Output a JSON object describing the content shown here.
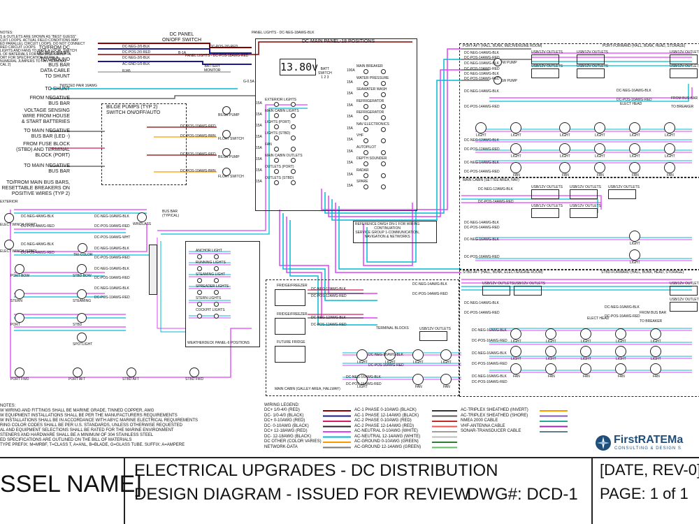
{
  "notes_top": {
    "heading": "NOTES:",
    "lines": [
      "S & OUTLETS ARE SHOWN AS \"BEST GUESS\"",
      "CUIT LOOPS. ACTUAL FIELD CONDITIONS MAY",
      "ED PARALLEL CIRCUIT LOOPS. DO NOT CONNECT",
      "RED CIRCUIT LOOPS",
      "LIGHTS AND FANS TO HAVE A LOCAL SWITCH",
      "L OF MATERIALS FOR SERVICE GROUP \"4.",
      "ORT FOR SPECIFICATION DETAILS",
      "NUMERAL JUMPERS TO FAN TERMINAL",
      "CAL 2)"
    ]
  },
  "panels": {
    "dc_panel_switch": "DC PANEL\nON/OFF SWITCH",
    "panel_lights": "PANEL LIGHTS - DC-NEG-18AWG-BLK",
    "main_panel_title": "DC MAIN PANEL-18 POSITIONS",
    "main_panel_display": "13.80v",
    "battery_monitor": "BATTERY\nMONITOR",
    "batt_switch": "BATT\nSWITCH\n1 2 3",
    "bilge_pumps": "BILGE PUMPS (TYP 2)\nSWITCH ON/OFF/AUTO",
    "weatherdeck": "WEATHERDECK PANEL-6 POSITIONS",
    "bus_bar": "BUS BAR\n(TYPICAL)",
    "reference": "REFERENCE DWG# DN-1 FOR WIRING\nCONTINUATION\nSERVICE GROUP 1-COMMUNICATION,\nNAVIGATION & NETWORKS",
    "terminal_blocks": "TERMINAL BLOCKS",
    "exterior": "EXTERIOR",
    "port_aft_room": "PORT-AFT (HALL, BUNK, MECH/ENGINE ROOM)",
    "port_fwd_room": "PORT-FORWARD (HALL, BUNK, HEAD, STORAGE)",
    "main_cabin_room": "MAIN CABIN (SETTEE AREA, NAV)",
    "stbd_aft_room": "STBD-AFT (HALL, BUNK, ELECT/ENGINE ROOM)",
    "stbd_fwd_room": "STBD-FORWARD (HALL, BUNK, HEAD, STORAGE)",
    "galley": "MAIN CABIN (GALLEY AREA, HALLWAY)"
  },
  "left_labels": [
    "TO/FROM DC\nDC BUS BARS",
    "TO GROUND\nBUS BAR",
    "DATA CABLE\nTO SHUNT",
    "TO SHUNT",
    "FROM NEGATIVE\nBUS BAR",
    "VOLTAGE SENSING\nWIRE FROM HOUSE\n& START BATTERIES",
    "TO MAIN NEGATIVE\nBUS BAR (LED -)",
    "FROM FUSE BLOCK\n(STBD) AND TERMINAL\nBLOCK (PORT)",
    "TO MAIN NEGATIVE\nBUS BAR",
    "TO/FROM MAIN BUS BARS,\nRESETTABLE BREAKERS ON\nPOSITIVE WIRES (TYP 2)"
  ],
  "wire_labels_top": [
    "DC-NEG-2/0-BLK",
    "DC-POS-2/0-RED",
    "DC-NEG-2/0-BLK",
    "AC-GND-1/0-BLK",
    "B-1A",
    "RJ45",
    "TWISTED PAIR 16AWG",
    "DC-POS-2/0-RED",
    "PANEL LIGHTS - DC-POS-18AWG-RED",
    "G-0.5A"
  ],
  "main_breakers": [
    {
      "amp": "100A",
      "label": "MAIN BREAKER"
    },
    {
      "amp": "15A",
      "label": "WATER PRESSURE"
    },
    {
      "amp": "15A",
      "label": "SEAWATER WASH"
    },
    {
      "amp": "15A",
      "label": "REFRIGERATOR"
    },
    {
      "amp": "15A",
      "label": "REFRIGERATOR"
    },
    {
      "amp": "15A",
      "label": "NAV ELECTRONICS"
    },
    {
      "amp": "15A",
      "label": "VHF"
    },
    {
      "amp": "15A",
      "label": "AUTOPILOT"
    },
    {
      "amp": "15A",
      "label": "DEPTH SOUNDER"
    },
    {
      "amp": "15A",
      "label": "RADAR"
    },
    {
      "amp": "15A",
      "label": "SPARE"
    }
  ],
  "left_breakers": [
    {
      "amp": "15A",
      "label": "EXTERIOR LIGHTS"
    },
    {
      "amp": "15A",
      "label": "MAIN CABIN LIGHTS"
    },
    {
      "amp": "15A",
      "label": "LIGHTS (PORT)"
    },
    {
      "amp": "15A",
      "label": "LIGHTS (STBD)"
    },
    {
      "amp": "15A",
      "label": "FAN"
    },
    {
      "amp": "15A",
      "label": "MAIN CABIN OUTLETS"
    },
    {
      "amp": "15A",
      "label": "OUTLETS (PORT)"
    },
    {
      "amp": "15A",
      "label": "OUTLETS (STBD)"
    }
  ],
  "weatherdeck_items": [
    "ANCHOR LIGHT",
    "RUNNING LIGHTS",
    "STEAMING LIGHT",
    "SPREADER LIGHTS",
    "STERN LIGHTS",
    "COCKPIT LIGHTS"
  ],
  "bilge_wires": [
    "DC-POS-10AWG-RED",
    "DC-POS-10AWG-BRN",
    "DC-POS-10AWG-RED",
    "DC-POS-10AWG-BRN"
  ],
  "bilge_items": [
    "BILGE PUMP",
    "FLOAT SWITCH",
    "BILGE PUMP",
    "FLOAT SWITCH"
  ],
  "exterior_items": [
    {
      "wire1": "DC-NEG-4AWG-BLK",
      "wire2": "DC-POS-4AWG-RED",
      "name": "ELECT WINCH (PORT)"
    },
    {
      "wire1": "DC-NEG-4AWG-BLK",
      "wire2": "DC-POS-4AWG-RED",
      "name": "ELECT WINCH (STBD)"
    },
    {
      "name": "TRI-COLOR"
    },
    {
      "name": "PORT BOW"
    },
    {
      "name": "STBD BOW"
    },
    {
      "name": "STERN"
    },
    {
      "name": "STEAMING"
    },
    {
      "name": "PORT"
    },
    {
      "name": "STBD"
    },
    {
      "name": "SPOTLIGHT"
    },
    {
      "name": "PORT FWD"
    },
    {
      "name": "PORT AFT"
    },
    {
      "name": "STBD AFT"
    },
    {
      "name": "STBD FWD"
    },
    {
      "name": "WINDLASS"
    }
  ],
  "exterior_wires": [
    "DC-NEG-16AWG-BLK",
    "DC-POS-16AWG-RED",
    "DC-POS-16AWG-WHT",
    "DC-NEG-16AWG-BLK",
    "DC-POS-16AWG-RED",
    "DC-NEG-16AWG-BLK",
    "DC-POS-16AWG-RED",
    "DC-NEG-10AWG-BLK",
    "DC-POS-10AWG-RED"
  ],
  "fridge": [
    {
      "name": "FRIDGE/FREEZER",
      "w1": "DC-NEG-12AWG-BLK",
      "w2": "DC-POS-12AWG-RED"
    },
    {
      "name": "FRIDGE/FREEZER",
      "w1": "DC-NEG-12AWG-BLK",
      "w2": "DC-POS-12AWG-RED"
    },
    {
      "name": "FUTURE FRIDGE"
    }
  ],
  "room_items": {
    "outlets": "USB/12V OUTLETS",
    "light": "LIGHT",
    "fan": "FAN",
    "fw_pump": "FW PUMP",
    "sw_pump": "SW PUMP",
    "elect_head": "ELECT HEAD",
    "from_bus_bar": "FROM BUS BAR",
    "to_breaker": "TO BREAKER",
    "w_neg14": "DC-NEG-14AWG-BLK",
    "w_pos14": "DC-POS-14AWG-RED",
    "w_neg16": "DC-NEG-16AWG-BLK",
    "w_pos16": "DC-POS-16AWG-RED",
    "w_neg10": "DC-NEG-10AWG-BLK",
    "w_pos10": "DC-POS-10AWG-RED",
    "w_neg12": "DC-NEG-12AWG-BLK",
    "w_pos12": "DC-POS-12AWG-RED"
  },
  "notes_bottom": {
    "heading": "NOTES:",
    "lines": [
      "W WIRING AND FITTINGS SHALL BE MARINE GRADE, TINNED COPPER, AWG",
      "W EQUIPMENT INSTALLATIONS SHALL BE PER THE MANUFACTURERS REQUIREMENTS",
      "W INSTALLATIONS SHALL BE IN ACCORDANCE WITH ABYC MARINE ELECTRICAL REQUIREMENTS",
      "RING COLOR CODES SHALL BE PER U.S. STANDARDS, UNLESS OTHERWISE REQUESTED",
      "AL AND EQUIPMENT SELECTIONS SHALL BE RATED FOR THE MARINE ENVIRONMENT",
      "STENERS AND HARDWARE SHALL BE A MINIMUM OF 304 STAINLESS STEEL",
      "ED SPECIFICATIONS ARE OUTLINED ON THE BILL OF MATERIALS",
      "TYPE PREFIX: M=MRBF, T=CLASS T, A=ANL, B=BLADE, G=GLASS TUBE. SUFFIX: A=AMPERE"
    ]
  },
  "legend": {
    "heading": "WIRING LEGEND:",
    "col1": [
      {
        "label": "DC+ 1/0-4/0 (RED)",
        "color": "#8b0000"
      },
      {
        "label": "DC- 1/0-4/0 (BLACK)",
        "color": "#1a1a8c"
      },
      {
        "label": "DC+ 0-10AWG (RED)",
        "color": "#d81b60"
      },
      {
        "label": "DC- 0-10AWG (BLACK)",
        "color": "#222222"
      },
      {
        "label": "DC+ 12-18AWG (RED)",
        "color": "#e040fb"
      },
      {
        "label": "DC- 12-18AWG (BLACK)",
        "color": "#00bcd4"
      },
      {
        "label": "DC OTHER (COLOR VARIES)",
        "color": "#ff9800"
      },
      {
        "label": "NETWORK-DATA",
        "color": "#777777"
      }
    ],
    "col2": [
      {
        "label": "AC-1 PHASE 0-10AWG (BLACK)",
        "color": "#333333"
      },
      {
        "label": "AC-1 PHASE 12-14AWG (BLACK)",
        "color": "#555555"
      },
      {
        "label": "AC-2 PHASE 0-10AWG (RED)",
        "color": "#c62828"
      },
      {
        "label": "AC-2 PHASE 12-14AWG (RED)",
        "color": "#ef5350"
      },
      {
        "label": "AC-NEUTRAL 0-10AWG (WHITE)",
        "color": "#9e9e9e"
      },
      {
        "label": "AC-NEUTRAL 12-14AWG (WHITE)",
        "color": "#bdbdbd"
      },
      {
        "label": "AC-GROUND 0-10AWG (GREEN)",
        "color": "#2e7d32"
      },
      {
        "label": "AC-GROUND 12-14AWG (GREEN)",
        "color": "#66bb6a"
      }
    ],
    "col3": [
      {
        "label": "AC-TRIPLEX SHEATHED (INVERT)",
        "color": "#ff9800"
      },
      {
        "label": "AC-TRIPLEX SHEATHED (SHORE)",
        "color": "#7e57c2"
      },
      {
        "label": "NMEA 2000 CABLE",
        "color": "#26a69a"
      },
      {
        "label": "VHF-ANTENNA CABLE",
        "color": "#9c27b0"
      },
      {
        "label": "SONAR-TRANSDUCER CABLE",
        "color": "#607d8b"
      }
    ]
  },
  "title_block": {
    "vessel": "SSEL NAME]",
    "title1": "ELECTRICAL UPGRADES - DC DISTRIBUTION",
    "title2": "DESIGN DIAGRAM - ISSUED FOR REVIEW",
    "dwg": "DWG#: DCD-1",
    "date_rev": "[DATE, REV-0]",
    "page": "PAGE: 1 of 1",
    "logo_main": "FirstRATEMa",
    "logo_sub": "CONSULTING & DESIGN S"
  },
  "colors": {
    "pink": "#e040fb",
    "cyan": "#00bcd4",
    "red_heavy": "#8b0000",
    "navy": "#1a1a8c",
    "magenta": "#d81b60",
    "orange": "#ff9800",
    "brown": "#8d6e63",
    "logo_blue": "#1f4e79"
  }
}
